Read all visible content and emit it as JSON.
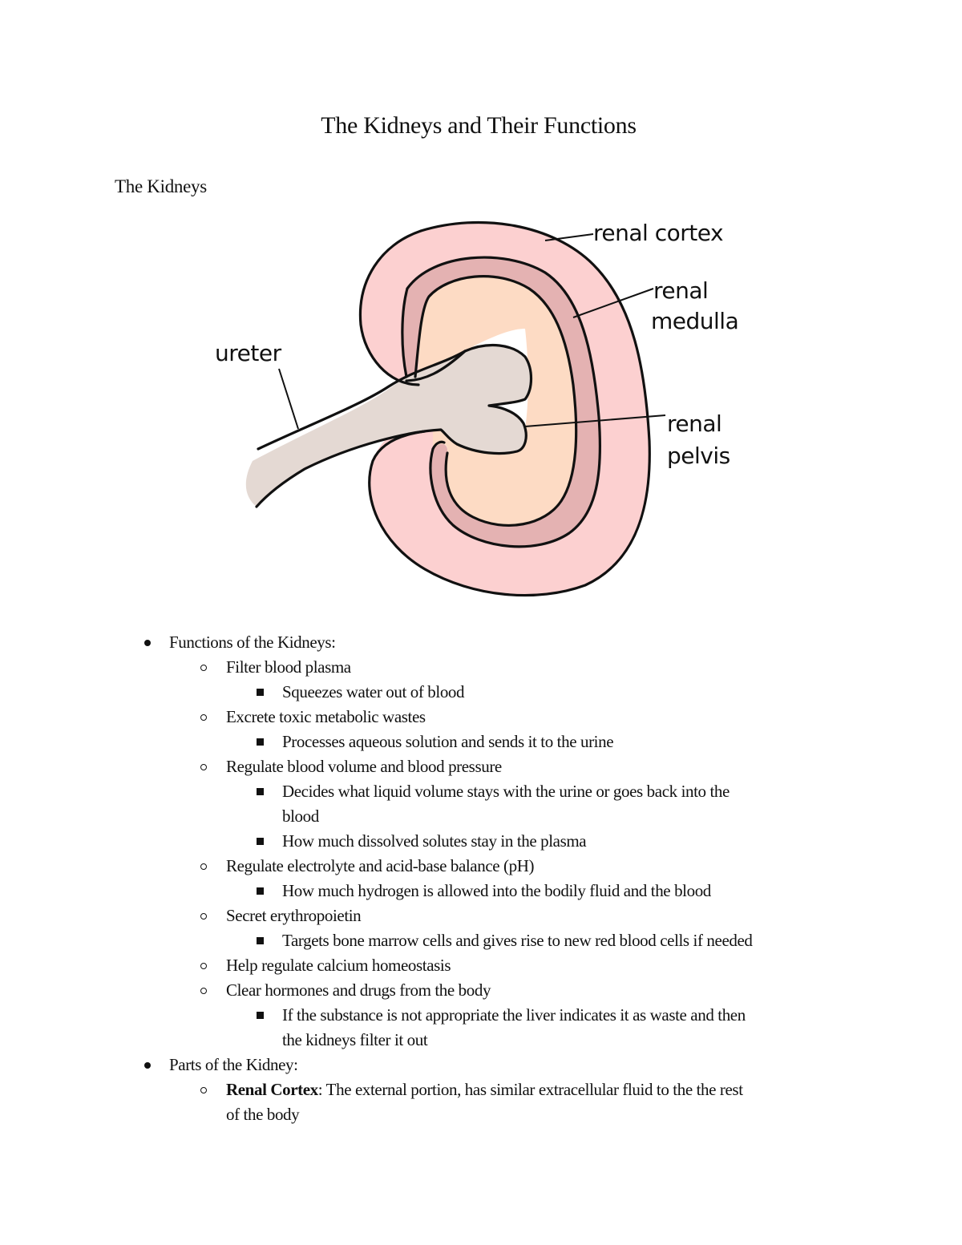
{
  "document": {
    "title": "The Kidneys and Their Functions",
    "section_heading": "The Kidneys"
  },
  "diagram": {
    "labels": {
      "cortex": "renal cortex",
      "medulla_1": "renal",
      "medulla_2": "medulla",
      "ureter": "ureter",
      "pelvis_1": "renal",
      "pelvis_2": "pelvis"
    },
    "colors": {
      "cortex": "#fcd0d0",
      "medulla": "#e4b2b2",
      "inner": "#fddbc4",
      "pelvis": "#e4d9d3",
      "outline": "#111111"
    }
  },
  "outline": {
    "functions": {
      "label": "Functions of the Kidneys:",
      "items": [
        {
          "text": "Filter blood plasma",
          "sub": [
            "Squeezes water out of blood"
          ]
        },
        {
          "text": "Excrete toxic metabolic wastes",
          "sub": [
            "Processes aqueous solution and sends it to the urine"
          ]
        },
        {
          "text": "Regulate blood volume and blood pressure",
          "sub": [
            "Decides what liquid volume stays with the urine or goes back into the",
            "blood",
            "How much dissolved solutes stay in the plasma"
          ]
        },
        {
          "text": "Regulate electrolyte and acid-base balance (pH)",
          "sub": [
            "How much hydrogen is allowed into the bodily fluid and the blood"
          ]
        },
        {
          "text": "Secret erythropoietin",
          "sub": [
            "Targets bone marrow cells and gives rise to new red blood cells if needed"
          ]
        },
        {
          "text": "Help regulate calcium homeostasis",
          "sub": []
        },
        {
          "text": "Clear hormones and drugs from the body",
          "sub": [
            "If the substance is not appropriate the liver indicates it as waste and then",
            "the kidneys filter it out"
          ]
        }
      ]
    },
    "parts": {
      "label": "Parts of the Kidney:",
      "items": [
        {
          "term": "Renal Cortex",
          "desc": ": The external portion, has similar extracellular fluid to the the rest",
          "desc_cont": "of the body"
        }
      ]
    }
  }
}
